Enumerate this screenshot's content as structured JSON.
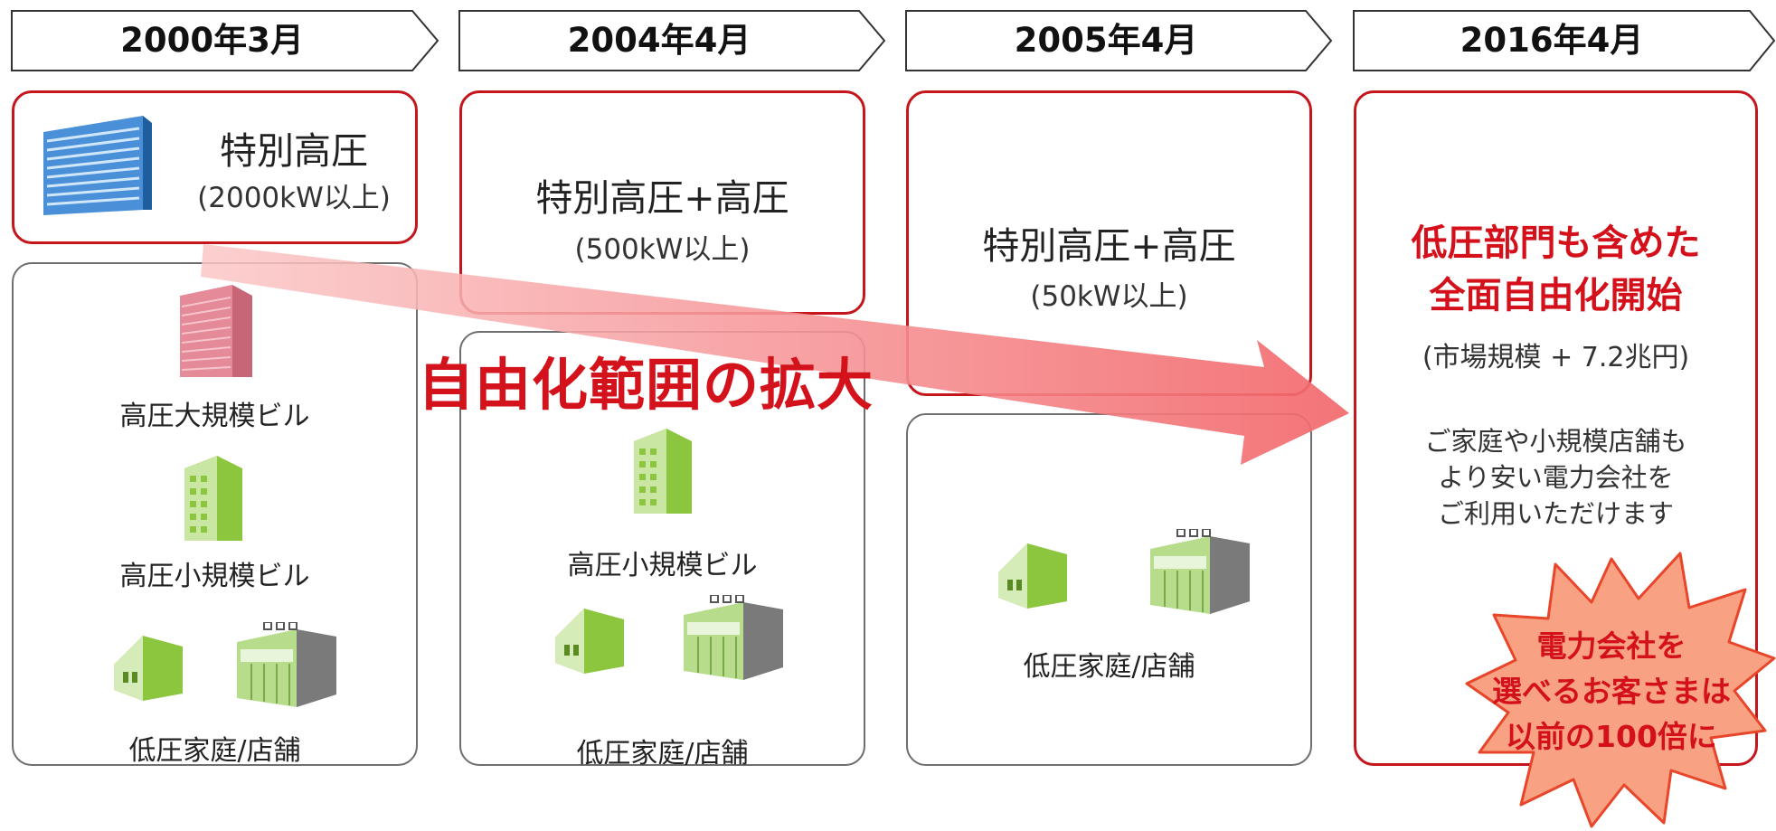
{
  "timeline": [
    {
      "date": "2000年3月"
    },
    {
      "date": "2004年4月"
    },
    {
      "date": "2005年4月"
    },
    {
      "date": "2016年4月"
    }
  ],
  "col1": {
    "title": "特別高圧",
    "subtitle": "(2000kW以上)",
    "large_bldg": "高圧大規模ビル",
    "small_bldg": "高圧小規模ビル",
    "home_shop": "低圧家庭/店舗"
  },
  "col2": {
    "title": "特別高圧+高圧",
    "subtitle": "(500kW以上)",
    "small_bldg": "高圧小規模ビル",
    "home_shop": "低圧家庭/店舗"
  },
  "col3": {
    "title": "特別高圧+高圧",
    "subtitle": "(50kW以上)",
    "home_shop": "低圧家庭/店舗"
  },
  "col4": {
    "headline_1": "低圧部門も含めた",
    "headline_2": "全面自由化開始",
    "market": "(市場規模 + 7.2兆円)",
    "msg_1": "ご家庭や小規模店舗も",
    "msg_2": "より安い電力会社を",
    "msg_3": "ご利用いただけます"
  },
  "arrow_label": "自由化範囲の拡大",
  "burst": {
    "line_1": "電力会社を",
    "line_2": "選べるお客さまは",
    "line_3": "以前の100倍に"
  },
  "colors": {
    "accent_red": "#d4111b",
    "box_red": "#c4161c",
    "arrow_pink": "#f58a8a",
    "burst_fill": "#f8a283",
    "burst_stroke": "#e8452a",
    "green": "#8cc63f"
  }
}
